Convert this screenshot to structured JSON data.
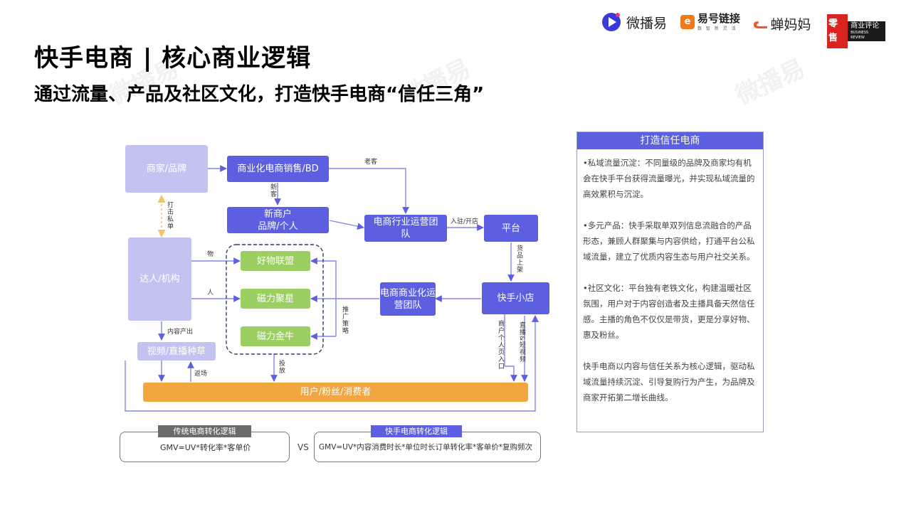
{
  "watermark": "微播易",
  "header": {
    "title": "快手电商 | 核心商业逻辑",
    "subtitle": "通过流量、产品及社区文化，打造快手电商“信任三角”"
  },
  "logos": {
    "weiboyi": "微播易",
    "yihao": "易号链接",
    "yihao_sub": "数 智 新 灵 活",
    "chanmama": "蝉妈妈",
    "linshou": "零售",
    "linshou_name": "商业评论",
    "linshou_sub": "BUSINESS REVIEW"
  },
  "diagram": {
    "nodes": {
      "brand": "商家/品牌",
      "bd": "商业化电商销售/BD",
      "new_merchant": "新商户\n品牌/个人",
      "ops_team": "电商行业运营团\n队",
      "platform": "平台",
      "kol": "达人/机构",
      "haowu": "好物联盟",
      "julixing": "磁力聚星",
      "jinniu": "磁力金牛",
      "biz_ops": "电商商业化运\n营团队",
      "store": "快手小店",
      "video": "视频/直播种草",
      "users": "用户/粉丝/消费者"
    },
    "edge_labels": {
      "old_customer": "老客",
      "new": "新客",
      "settle": "入驻/开店",
      "goods_listing": "货品上架",
      "private_deal": "打击私单",
      "goods": "物",
      "people": "人",
      "push_strategy": "推广策略",
      "content_output": "内容产出",
      "return": "返场",
      "delivery": "投放",
      "merchant_entry": "商户个人页入口",
      "live_video": "直播&短视频"
    }
  },
  "formulas": {
    "traditional_tag": "传统电商转化逻辑",
    "traditional": "GMV=UV*转化率*客单价",
    "vs": "VS",
    "kuaishou_tag": "快手电商转化逻辑",
    "kuaishou": "GMV=UV*内容消费时长*单位时长订单转化率*客单价*复购频次"
  },
  "panel": {
    "title": "打造信任电商",
    "paragraphs": [
      "•私域流量沉淀：不同量级的品牌及商家均有机会在快手平台获得流量曝光，并实现私域流量的高效累积与沉淀。",
      "•多元产品：快手采取单双列信息流融合的产品形态，兼顾人群聚集与内容供给，打通平台公私域流量，建立了优质内容生态与用户社交关系。",
      "•社区文化：平台独有老铁文化，构建温暖社区氛围，用户对于内容创造者及主播具备天然信任感。主播的角色不仅仅是带货，更是分享好物、惠及粉丝。",
      "快手电商以内容与信任关系为核心逻辑，驱动私域流量持续沉淀、引导复购行为产生，为品牌及商家开拓第二增长曲线。"
    ]
  },
  "colors": {
    "primary": "#5b5fe0",
    "lavender": "#c3c3f2",
    "green": "#9ccf62",
    "orange": "#f1a63f",
    "tag_gray": "#6b6b6b"
  }
}
